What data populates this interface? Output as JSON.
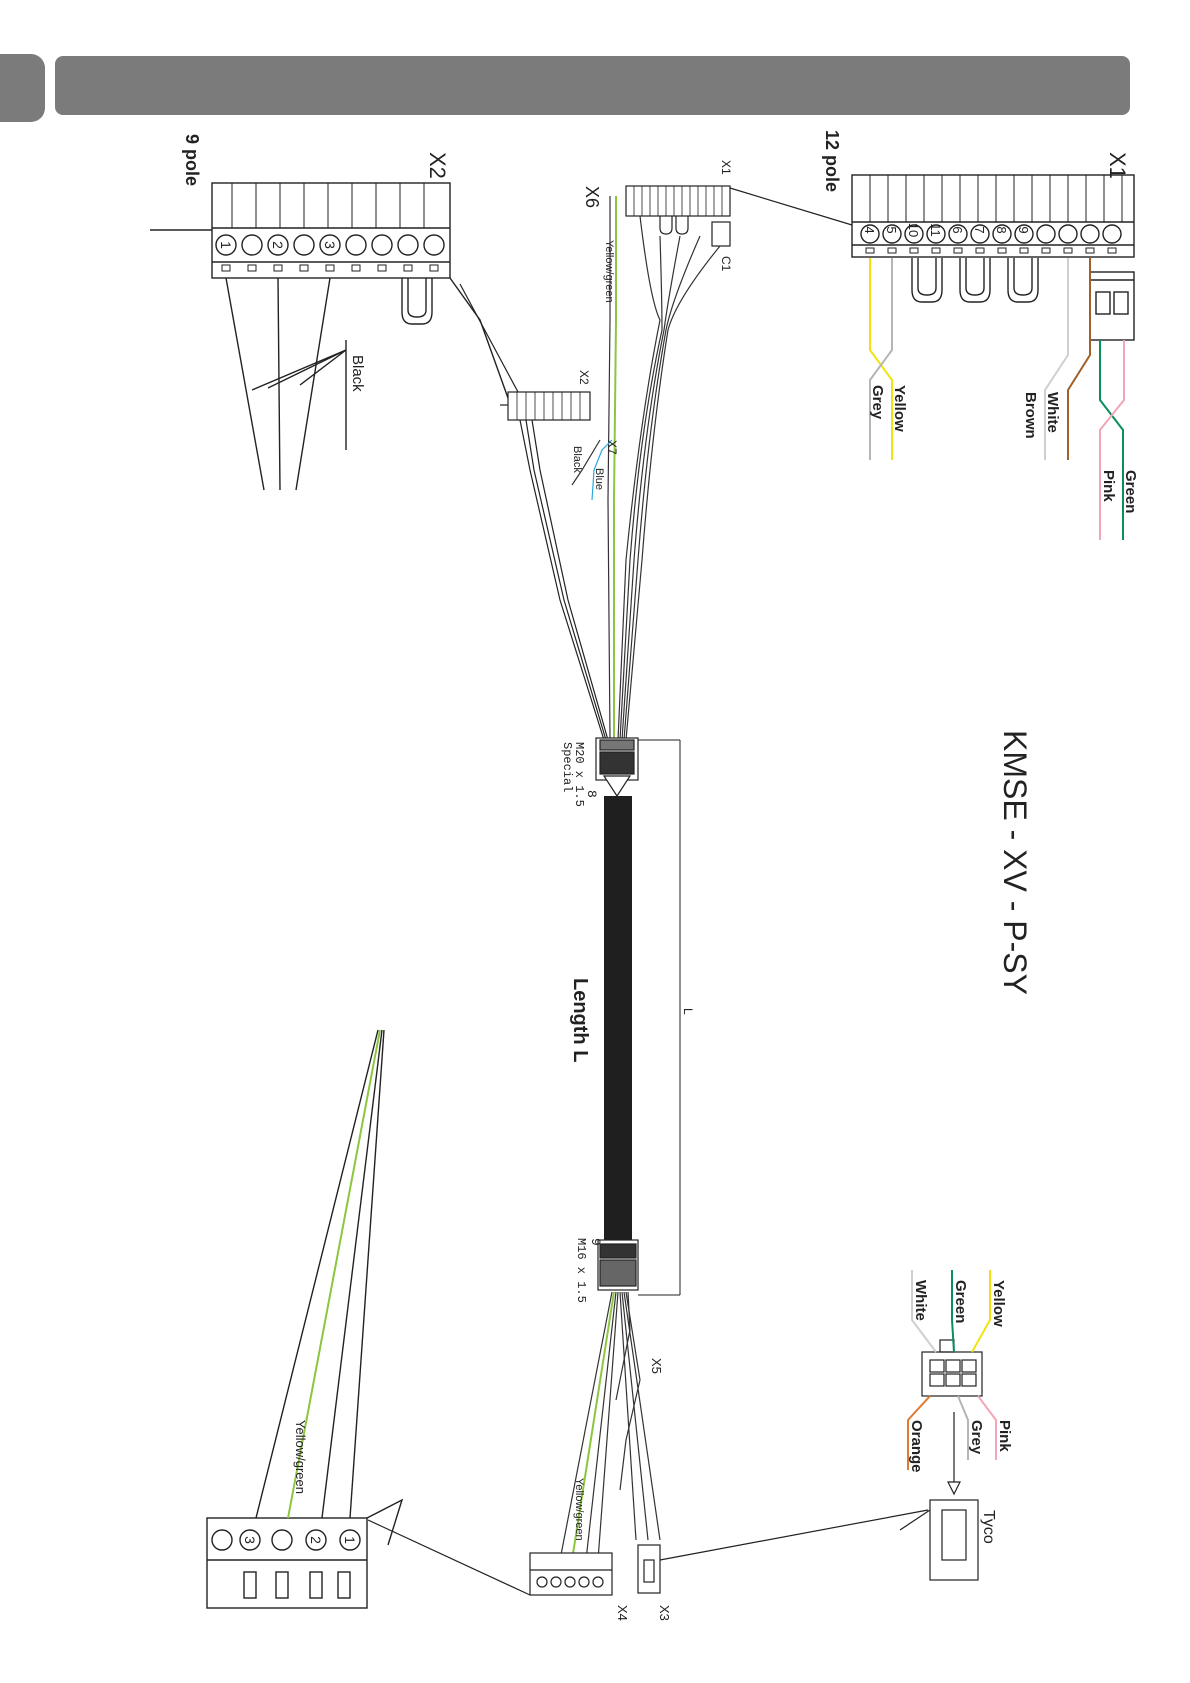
{
  "title": "KMSE - XV - P-SY",
  "connectors": {
    "x1_main": "X1",
    "x1_pole": "12 pole",
    "x1_small": "X1",
    "x2_main": "X2",
    "x2_pole": "9 pole",
    "x2_small": "X2",
    "x6": "X6",
    "x7": "X7",
    "c1": "C1",
    "x5": "X5",
    "x4": "X4",
    "x3": "X3",
    "tyco": "Tyco"
  },
  "x1_pins": [
    "4",
    "5",
    "10",
    "11",
    "6",
    "7",
    "8",
    "9"
  ],
  "x2_pins": [
    "1",
    "2",
    "3"
  ],
  "x4_pins": [
    "1",
    "2",
    "3"
  ],
  "wires": {
    "x1": [
      "Yellow",
      "Grey",
      "White",
      "Brown",
      "Green",
      "Pink"
    ],
    "yellow_green_top": "Yellow/green",
    "black_small": "Black",
    "blue_small": "Blue",
    "black_x2": "Black",
    "yellow_green_x4": "Yellow/green",
    "yellow_green_terminal": "Yellow/green",
    "tyco": [
      "Yellow",
      "Green",
      "White",
      "Pink",
      "Grey",
      "Orange"
    ]
  },
  "cable": {
    "gland_top": "M20 x 1.5",
    "gland_top_sub": "Special",
    "gland_top_num": "8",
    "gland_bottom": "M16 x 1.5",
    "gland_bottom_num": "9",
    "length_label": "Length L",
    "dim_letter": "L"
  },
  "colors": {
    "header": "#7b7b7b",
    "yellow": "#f1e40e",
    "green": "#0a8f5a",
    "yellowgreen": "#8cc63f",
    "pink": "#f0a8b8",
    "brown": "#a0602a",
    "grey": "#b5b5b5",
    "blue": "#29a8e0",
    "orange": "#e07a30"
  }
}
